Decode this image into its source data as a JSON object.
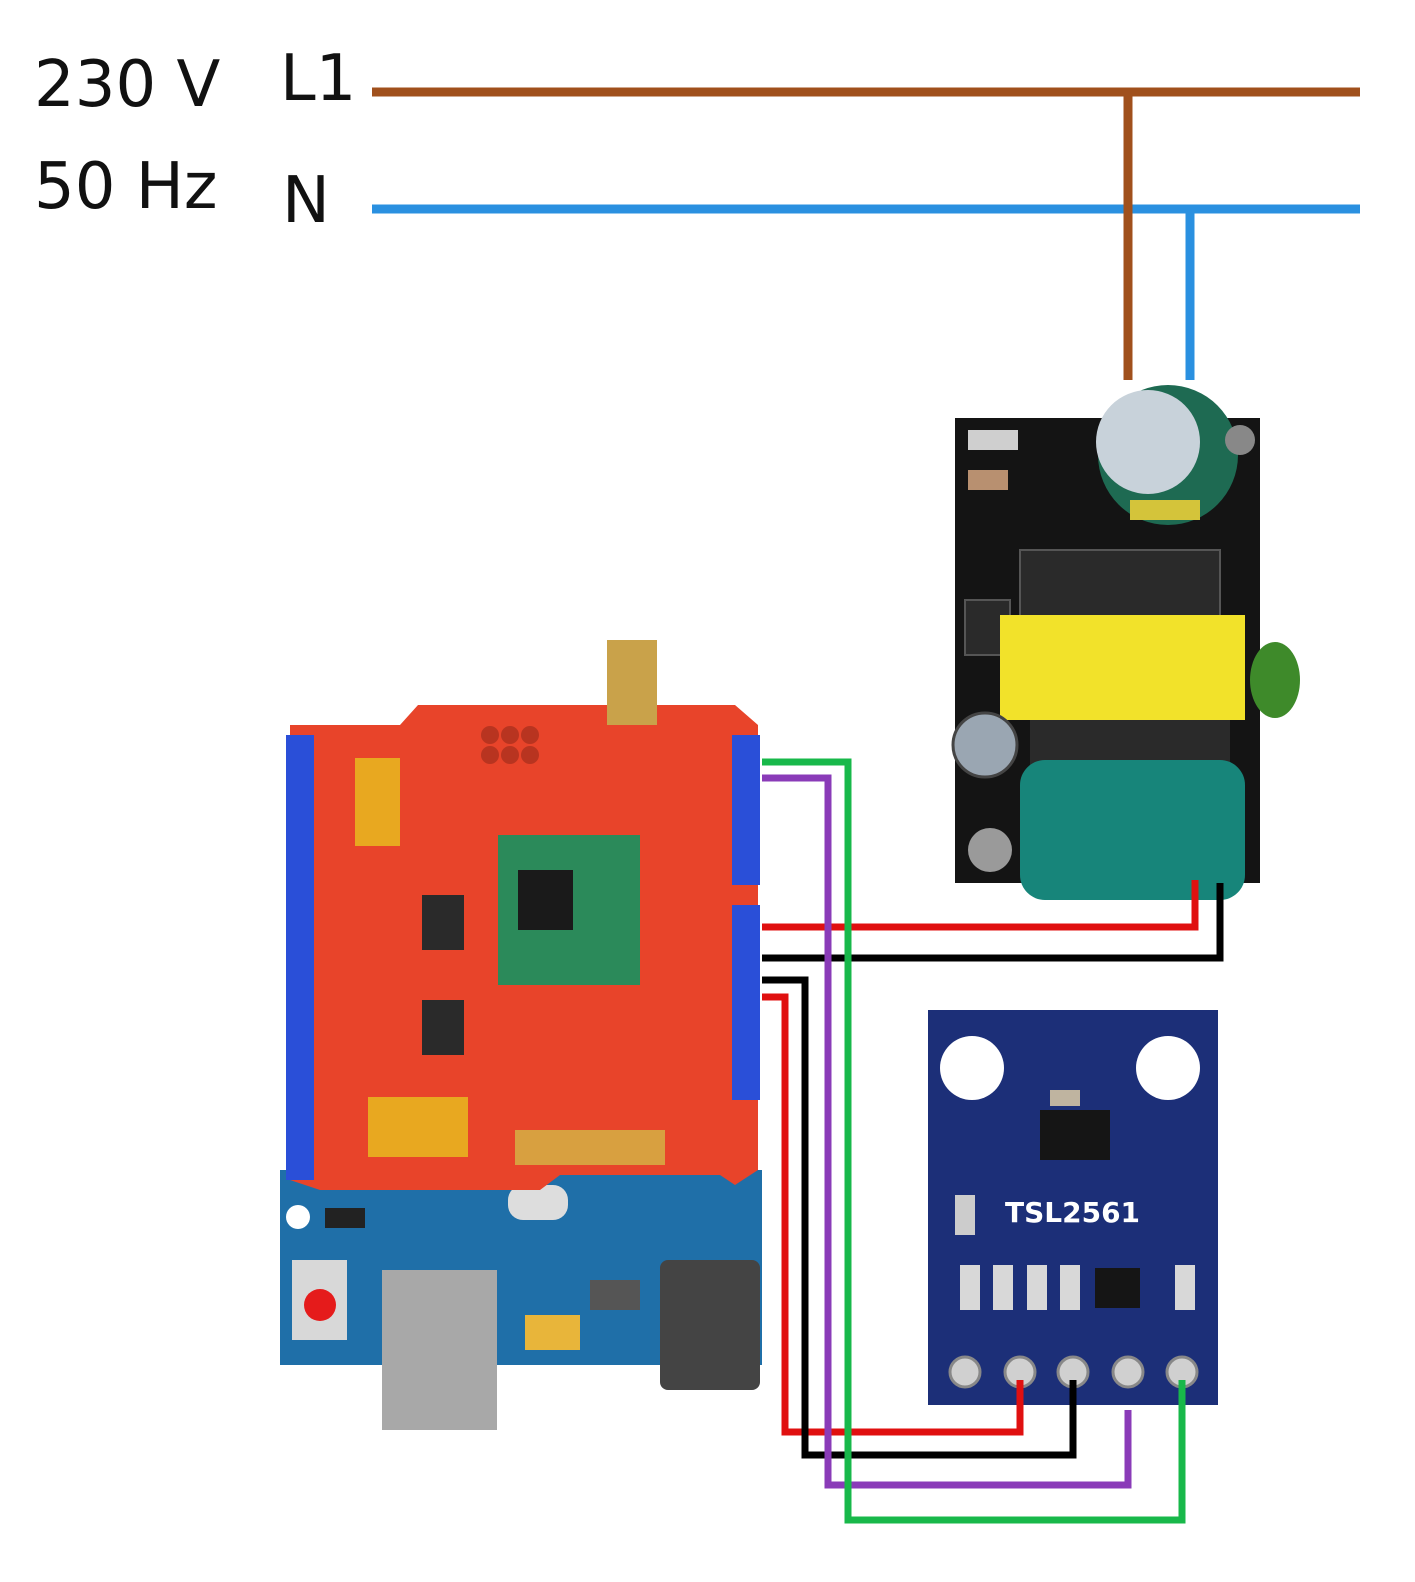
{
  "mains": {
    "voltage_label": "230 V",
    "frequency_label": "50 Hz",
    "line_label": "L1",
    "neutral_label": "N",
    "line_color": "#a0501c",
    "neutral_color": "#2a90e0"
  },
  "sensor": {
    "label": "TSL2561",
    "board_color": "#1c2f78"
  },
  "shield": {
    "board_color": "#e8442a"
  },
  "arduino": {
    "board_color": "#1f6fa8"
  },
  "power_supply": {
    "board_color": "#141414"
  },
  "wires": {
    "red": "#e01010",
    "black": "#000000",
    "purple": "#8a3bb8",
    "green": "#18b84a"
  }
}
